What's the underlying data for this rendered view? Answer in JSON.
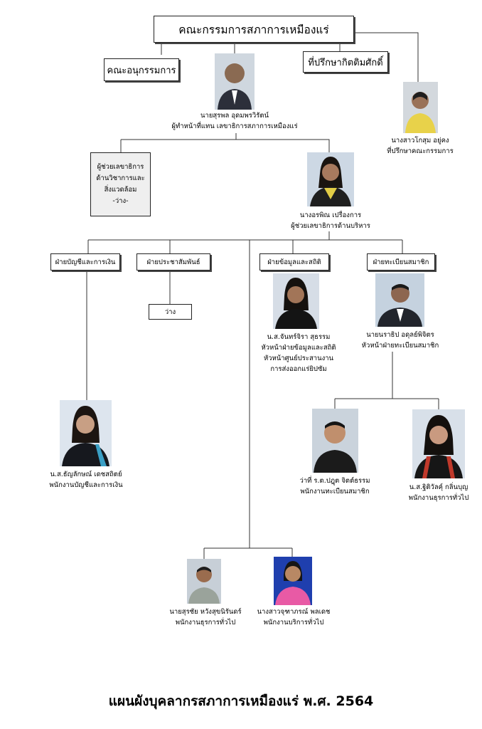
{
  "board": {
    "title": "คณะกรรมการสภาการเหมืองแร่"
  },
  "subcommittee": {
    "title": "คณะอนุกรรมการ"
  },
  "honorary_advisor": {
    "title": "ที่ปรึกษากิตติมศักดิ์"
  },
  "acting_secretary": {
    "name": "นายสุรพล  อุดมพรวิรัตน์",
    "role": "ผู้ทำหน้าที่แทน เลขาธิการสภาการเหมืองแร่"
  },
  "board_advisor": {
    "name": "นางสาวโกสุม  อยู่คง",
    "role": "ที่ปรึกษาคณะกรรมการ"
  },
  "asst_tech": {
    "lines": [
      "ผู้ช่วยเลขาธิการ",
      "ด้านวิชาการและ",
      "สิ่งแวดล้อม",
      "-ว่าง-"
    ]
  },
  "asst_admin": {
    "name": "นางอรพิณ  เปรื่องการ",
    "role": "ผู้ช่วยเลขาธิการด้านบริหาร"
  },
  "departments": {
    "accounting": "ฝ่ายบัญชีและการเงิน",
    "pr": "ฝ่ายประชาสัมพันธ์",
    "info": "ฝ่ายข้อมูลและสถิติ",
    "registration": "ฝ่ายทะเบียนสมาชิก"
  },
  "pr_vacant": "ว่าง",
  "accounting_staff": {
    "name": "น.ส.ธัญลักษณ์  เดชสถิตย์",
    "role": "พนักงานบัญชีและการเงิน"
  },
  "info_head": {
    "name": "น.ส.จันทร์จิรา    สุธรรม",
    "roles": [
      "หัวหน้าฝ่ายข้อมูลและสถิติ",
      "หัวหน้าศูนย์ประสานงาน",
      "การส่งออกแร่ยิปซัม"
    ]
  },
  "reg_head": {
    "name": "นายนราธิป  อดุลย์พิจิตร",
    "role": "หัวหน้าฝ่ายทะเบียนสมาชิก"
  },
  "reg_staff1": {
    "name": "ว่าที่ ร.ต.ปฎุต จิตต์ธรรม",
    "role": "พนักงานทะเบียนสมาชิก"
  },
  "reg_staff2": {
    "name": "น.ส.ฐิติวัลคุ์  กลิ่นบุญ",
    "role": "พนักงานธุรการทั่วไป"
  },
  "general_staff1": {
    "name": "นายสุรชัย หวังสุขนิรันดร์",
    "role": "พนักงานธุรการทั่วไป"
  },
  "general_staff2": {
    "name": "นางสาวจุฑาภรณ์  พลเดช",
    "role": "พนักงานบริการทั่วไป"
  },
  "footer": {
    "title": "แผนผังบุคลากรสภาการเหมืองแร่  พ.ศ. 2564"
  }
}
